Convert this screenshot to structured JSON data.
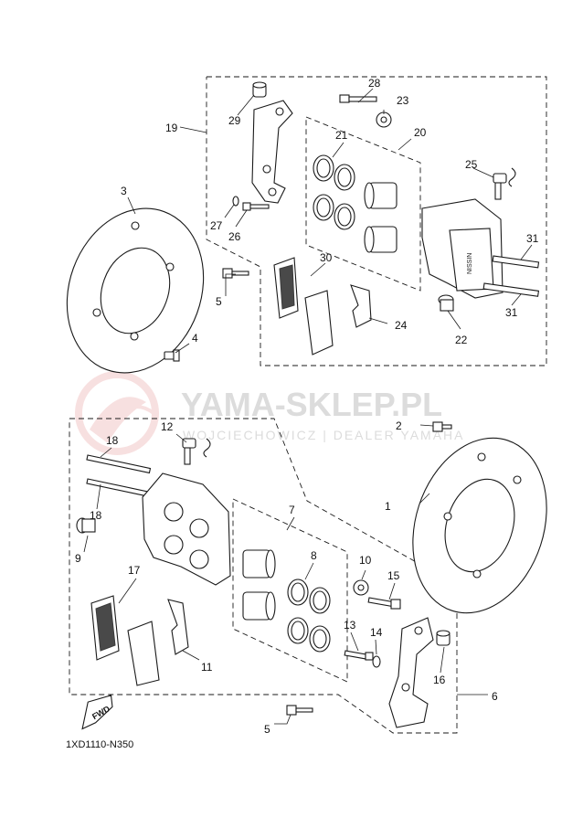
{
  "watermark": {
    "main": "YAMA-SKLEP.PL",
    "sub": "WOJCIECHOWICZ | DEALER YAMAHA"
  },
  "diagram_code": "1XD1110-N350",
  "direction_label": "FWD",
  "caliper_brand": "NISSIN",
  "callouts": {
    "c1": "1",
    "c2": "2",
    "c3": "3",
    "c4": "4",
    "c5a": "5",
    "c5b": "5",
    "c6": "6",
    "c7": "7",
    "c8": "8",
    "c9": "9",
    "c10": "10",
    "c11": "11",
    "c12": "12",
    "c13": "13",
    "c14": "14",
    "c15": "15",
    "c16": "16",
    "c17": "17",
    "c18a": "18",
    "c18b": "18",
    "c19": "19",
    "c20": "20",
    "c21": "21",
    "c22": "22",
    "c23": "23",
    "c24": "24",
    "c25": "25",
    "c26": "26",
    "c27": "27",
    "c28": "28",
    "c29": "29",
    "c30": "30",
    "c31a": "31",
    "c31b": "31"
  },
  "colors": {
    "line": "#1a1a1a",
    "watermark": "#dcdcdc",
    "watermark_logo": "#f2c7c7"
  }
}
